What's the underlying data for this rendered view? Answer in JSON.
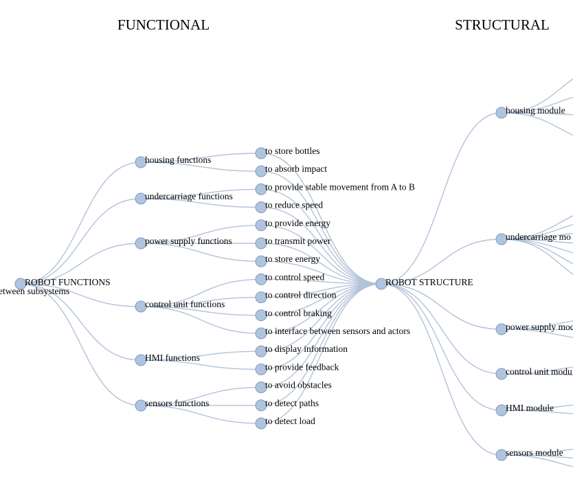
{
  "headings": {
    "functional": "FUNCTIONAL",
    "structural": "STRUCTURAL"
  },
  "roots": {
    "functions": "ROBOT FUNCTIONS",
    "functions_sub": "etween subsystems",
    "structure": "ROBOT STRUCTURE"
  },
  "function_groups": [
    "housing functions",
    "undercarriage functions",
    "power supply functions",
    "control unit functions",
    "HMI functions",
    "sensors functions"
  ],
  "leaf_functions": [
    "to store bottles",
    "to absorb impact",
    "to provide stable movement from A to B",
    "to reduce speed",
    "to provide energy",
    "to transmit power",
    "to store energy",
    "to control speed",
    "to control direction",
    "to control braking",
    "to interface between sensors and actors",
    "to display information",
    "to provide feedback",
    "to avoid obstacles",
    "to detect paths",
    "to detect load"
  ],
  "group_children": [
    [
      0,
      1
    ],
    [
      2,
      3
    ],
    [
      4,
      5,
      6
    ],
    [
      7,
      8,
      9,
      10
    ],
    [
      11,
      12
    ],
    [
      13,
      14,
      15
    ]
  ],
  "modules": [
    "housing module",
    "undercarriage mo",
    "power supply moc",
    "control unit modu",
    "HMI module",
    "sensors module"
  ],
  "colors": {
    "node_fill": "#b0c4de",
    "node_stroke": "#7f9bbe",
    "edge": "#b2c2d8"
  }
}
